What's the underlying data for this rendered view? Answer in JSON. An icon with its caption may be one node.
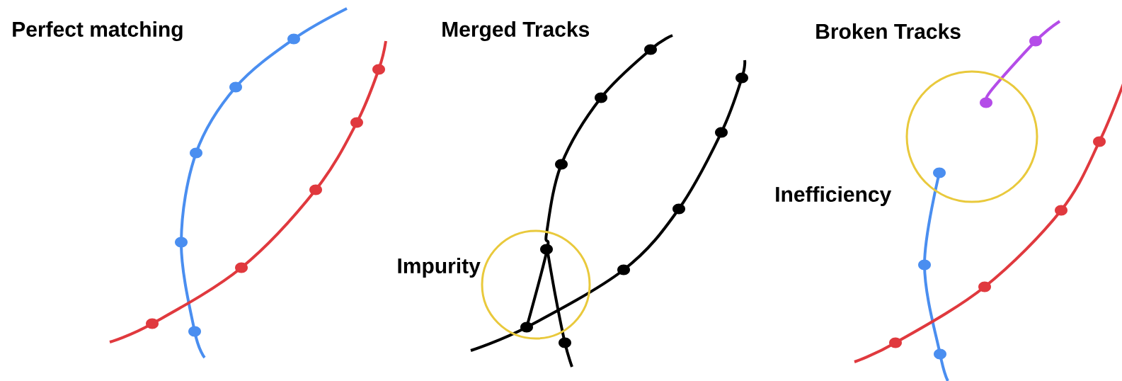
{
  "diagram": {
    "labels": [
      "Perfect matching",
      "Merged Tracks",
      "Broken Tracks",
      "Impurity",
      "Inefficiency"
    ]
  }
}
